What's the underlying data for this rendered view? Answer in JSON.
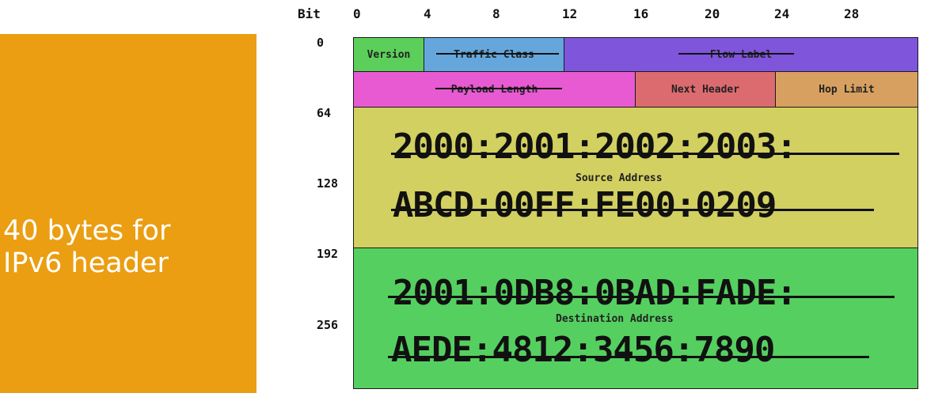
{
  "side": {
    "title": "40 bytes for\nIPv6 header"
  },
  "bits": {
    "label": "Bit",
    "ticks": [
      "0",
      "4",
      "8",
      "12",
      "16",
      "20",
      "24",
      "28"
    ]
  },
  "rows": [
    "0",
    "64",
    "128",
    "192",
    "256"
  ],
  "fields": {
    "version": "Version",
    "traffic_class": "Traffic Class",
    "flow_label": "Flow Label",
    "payload_length": "Payload Length",
    "next_header": "Next Header",
    "hop_limit": "Hop Limit",
    "source": {
      "caption": "Source Address",
      "line1": "2000:2001:2002:2003:",
      "line2": "ABCD:00FF:FE00:0209"
    },
    "destination": {
      "caption": "Destination Address",
      "line1": "2001:0DB8:0BAD:FADE:",
      "line2": "AEDE:4812:3456:7890"
    }
  },
  "colors": {
    "panel": "#eb9e12",
    "version": "#5ccf5a",
    "traffic_class": "#65a7dc",
    "flow_label": "#7f55dc",
    "payload_length": "#e75ad2",
    "next_header": "#dc6b70",
    "hop_limit": "#d8a060",
    "source": "#d2d060",
    "destination": "#55d060"
  }
}
